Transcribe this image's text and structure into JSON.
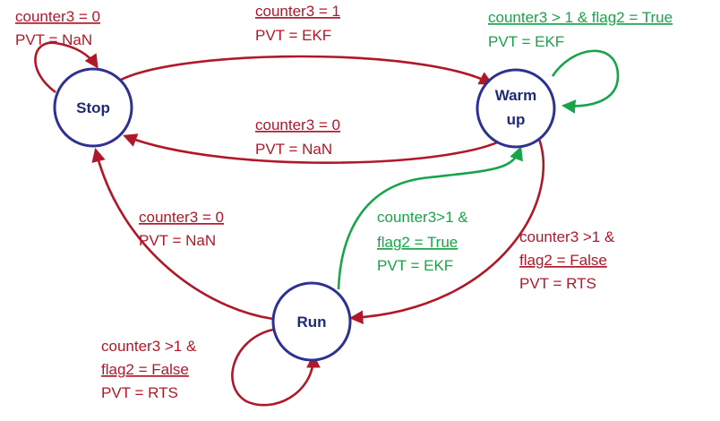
{
  "colors": {
    "node_stroke": "#2e3192",
    "node_text": "#1f2a7a",
    "red": "#b0182a",
    "green": "#1aa34a"
  },
  "nodes": {
    "stop": "Stop",
    "warmup_line1": "Warm",
    "warmup_line2": "up",
    "run": "Run"
  },
  "edges": {
    "stop_self": {
      "cond": "counter3 = 0",
      "pvt": "PVT = NaN"
    },
    "stop_to_warmup": {
      "cond": "counter3 = 1",
      "pvt": "PVT = EKF"
    },
    "warmup_self": {
      "cond": "counter3 > 1 & flag2 = True",
      "pvt": "PVT = EKF"
    },
    "warmup_to_stop": {
      "cond": "counter3 = 0",
      "pvt": "PVT = NaN"
    },
    "run_to_stop": {
      "cond": "counter3 = 0",
      "pvt": "PVT = NaN"
    },
    "run_to_warmup": {
      "cond1": "counter3>1 &",
      "cond2": "flag2 = True",
      "pvt": "PVT = EKF"
    },
    "warmup_to_run": {
      "cond1": "counter3 >1 &",
      "cond2": "flag2 = False",
      "pvt": "PVT = RTS"
    },
    "run_self": {
      "cond1": "counter3 >1 &",
      "cond2": "flag2 = False",
      "pvt": "PVT = RTS"
    }
  }
}
